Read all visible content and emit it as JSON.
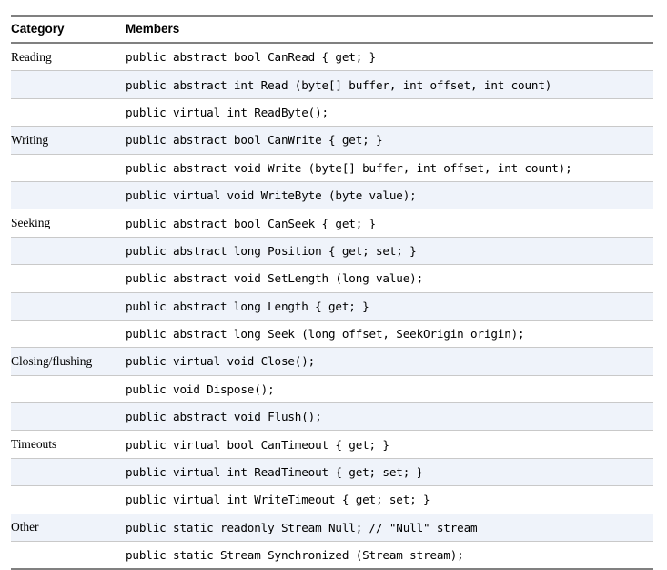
{
  "table": {
    "columns": [
      {
        "key": "category",
        "label": "Category"
      },
      {
        "key": "members",
        "label": "Members"
      }
    ],
    "rows": [
      {
        "category": "Reading",
        "members": "public abstract bool CanRead { get; }"
      },
      {
        "category": "",
        "members": "public abstract int Read (byte[] buffer, int offset, int count)"
      },
      {
        "category": "",
        "members": "public virtual int ReadByte();"
      },
      {
        "category": "Writing",
        "members": "public abstract bool CanWrite { get; }"
      },
      {
        "category": "",
        "members": "public abstract void Write (byte[] buffer, int offset, int count);"
      },
      {
        "category": "",
        "members": "public virtual void WriteByte (byte value);"
      },
      {
        "category": "Seeking",
        "members": "public abstract bool CanSeek { get; }"
      },
      {
        "category": "",
        "members": "public abstract long Position { get; set; }"
      },
      {
        "category": "",
        "members": "public abstract void SetLength (long value);"
      },
      {
        "category": "",
        "members": "public abstract long Length { get; }"
      },
      {
        "category": "",
        "members": "public abstract long Seek (long offset, SeekOrigin origin);"
      },
      {
        "category": "Closing/flushing",
        "members": "public virtual void Close();"
      },
      {
        "category": "",
        "members": "public void Dispose();"
      },
      {
        "category": "",
        "members": "public abstract void Flush();"
      },
      {
        "category": "Timeouts",
        "members": "public virtual bool CanTimeout { get; }"
      },
      {
        "category": "",
        "members": "public virtual int ReadTimeout { get; set; }"
      },
      {
        "category": "",
        "members": "public virtual int WriteTimeout { get; set; }"
      },
      {
        "category": "Other",
        "members": "public static readonly Stream Null; // \"Null\" stream"
      },
      {
        "category": "",
        "members": "public static Stream Synchronized (Stream stream);"
      }
    ]
  },
  "style": {
    "shaded_row_color": "#eff3fa",
    "rule_color": "#808080",
    "separator_color": "#c9c9c9",
    "text_color": "#000000"
  }
}
